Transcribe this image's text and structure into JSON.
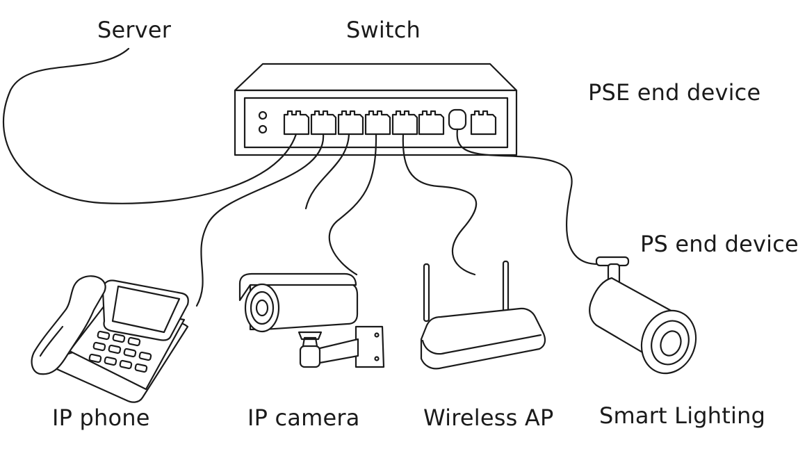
{
  "labels": {
    "server": "Server",
    "switch": "Switch",
    "pse": "PSE end device",
    "ps": "PS end device",
    "phone": "IP phone",
    "camera": "IP camera",
    "ap": "Wireless AP",
    "lighting": "Smart Lighting"
  },
  "colors": {
    "stroke": "#1a1a1a",
    "background": "#ffffff"
  }
}
